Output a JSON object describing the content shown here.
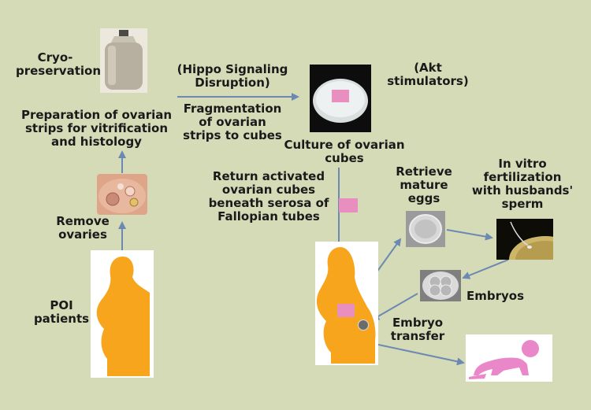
{
  "colors": {
    "background": "#d5dbb7",
    "arrow": "#6b89b2",
    "silhouette": "#f7a51c",
    "tissue": "#e98fbf",
    "baby": "#e987c9"
  },
  "labels": {
    "cryo": "Cryo-\npreservation",
    "hippo": "(Hippo Signaling\nDisruption)",
    "akt": "(Akt\nstimulators)",
    "fragmentation": "Fragmentation\nof ovarian\nstrips to cubes",
    "preparation": "Preparation of ovarian\nstrips for vitrification\nand histology",
    "culture": "Culture of ovarian\ncubes",
    "return_cubes": "Return activated\novarian cubes\nbeneath serosa of\nFallopian tubes",
    "retrieve": "Retrieve\nmature\neggs",
    "ivf": "In vitro\nfertilization\nwith husbands'\nsperm",
    "remove": "Remove\novaries",
    "poi": "POI\npatients",
    "embryos": "Embryos",
    "embryo_transfer": "Embryo\ntransfer"
  },
  "icons": {
    "dewar": "cryo-dewar-icon",
    "ovary": "ovary-photo-icon",
    "dish": "culture-dish-icon",
    "cube": "ovarian-cube-icon",
    "egg": "mature-egg-icon",
    "sperm": "sperm-egg-icon",
    "embryo": "embryo-icon",
    "baby": "crawling-baby-icon",
    "patient": "patient-silhouette-icon",
    "pregnant": "pregnant-silhouette-icon"
  }
}
